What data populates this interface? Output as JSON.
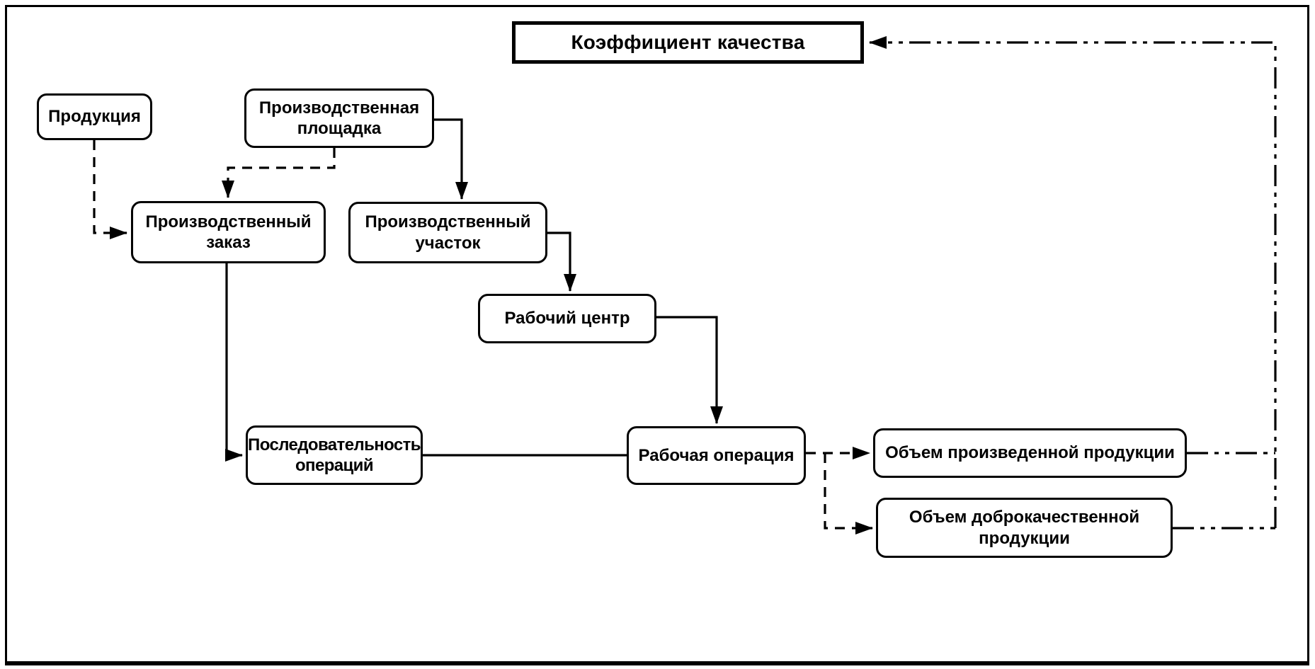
{
  "page": {
    "background_color": "#ffffff",
    "line_color": "#000000",
    "box_fill_color": "#ffffff",
    "box_border_color": "#000000"
  },
  "diagram": {
    "nodes": {
      "quality_coefficient": {
        "label": "Коэффициент качества"
      },
      "product": {
        "label": "Продукция"
      },
      "production_site": {
        "label": "Производственная площадка"
      },
      "production_order": {
        "label": "Производственный заказ"
      },
      "production_area": {
        "label": "Производственный участок"
      },
      "work_center": {
        "label": "Рабочий центр"
      },
      "operation_sequence": {
        "label": "Последовательность операций"
      },
      "work_operation": {
        "label": "Рабочая операция"
      },
      "produced_output_volume": {
        "label": "Объем произведенной продукции"
      },
      "good_quality_output_volume": {
        "label": "Объем доброкачественной продукции"
      }
    },
    "edges": [
      {
        "from": "Продукция",
        "to": "Производственный заказ",
        "line_style": "dashed",
        "arrow": true
      },
      {
        "from": "Производственная площадка",
        "to": "Производственный заказ",
        "line_style": "dashed",
        "arrow": true
      },
      {
        "from": "Производственная площадка",
        "to": "Производственный участок",
        "line_style": "solid",
        "arrow": true
      },
      {
        "from": "Производственный участок",
        "to": "Рабочий центр",
        "line_style": "solid",
        "arrow": true
      },
      {
        "from": "Рабочий центр",
        "to": "Рабочая операция",
        "line_style": "solid",
        "arrow": true
      },
      {
        "from": "Производственный заказ",
        "to": "Последовательность операций",
        "line_style": "solid",
        "arrow": true
      },
      {
        "from": "Последовательность операций",
        "to": "Рабочая операция",
        "line_style": "solid",
        "arrow": false
      },
      {
        "from": "Рабочая операция",
        "to": "Объем произведенной продукции",
        "line_style": "dashed",
        "arrow": true
      },
      {
        "from": "Рабочая операция",
        "to": "Объем доброкачественной продукции",
        "line_style": "dashed",
        "arrow": true
      },
      {
        "from": "Объем произведенной продукции",
        "to": "Коэффициент качества",
        "line_style": "dash-dot-dot",
        "arrow": true
      },
      {
        "from": "Объем доброкачественной продукции",
        "to": "Коэффициент качества",
        "line_style": "dash-dot-dot",
        "arrow": true
      }
    ]
  }
}
